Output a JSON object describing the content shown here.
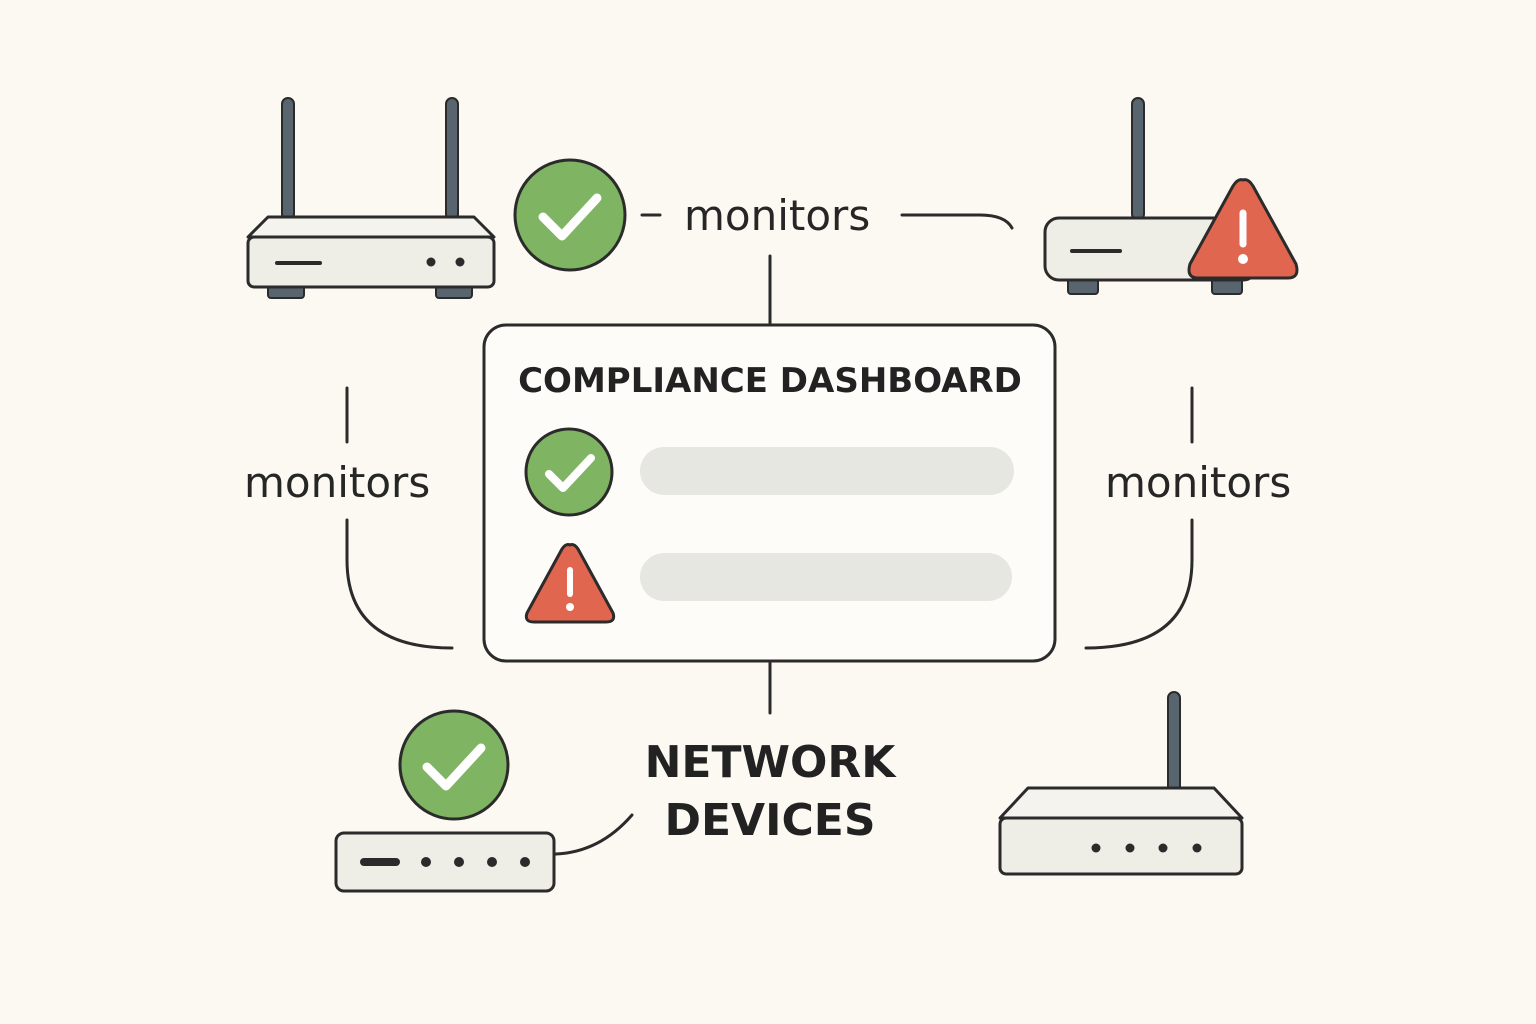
{
  "dashboard": {
    "title": "COMPLIANCE DASHBOARD",
    "rows": [
      {
        "status": "ok",
        "icon": "check-circle-icon"
      },
      {
        "status": "warning",
        "icon": "warning-triangle-icon"
      }
    ]
  },
  "connectors": {
    "top": "monitors",
    "left": "monitors",
    "right": "monitors"
  },
  "network_label": {
    "line1": "NETWORK",
    "line2": "DEVICES"
  },
  "devices": [
    {
      "name": "router-top-left",
      "status": "ok"
    },
    {
      "name": "router-top-right",
      "status": "warning"
    },
    {
      "name": "modem-bottom-left",
      "status": "ok"
    },
    {
      "name": "access-point-bottom-right",
      "status": "none"
    }
  ],
  "colors": {
    "background": "#fcf9f3",
    "ok": "#7fb462",
    "warning": "#e1664f",
    "outline": "#2b2b2b",
    "device_fill": "#eeede6",
    "antenna": "#58646e",
    "placeholder_bar": "#e6e7e0"
  }
}
